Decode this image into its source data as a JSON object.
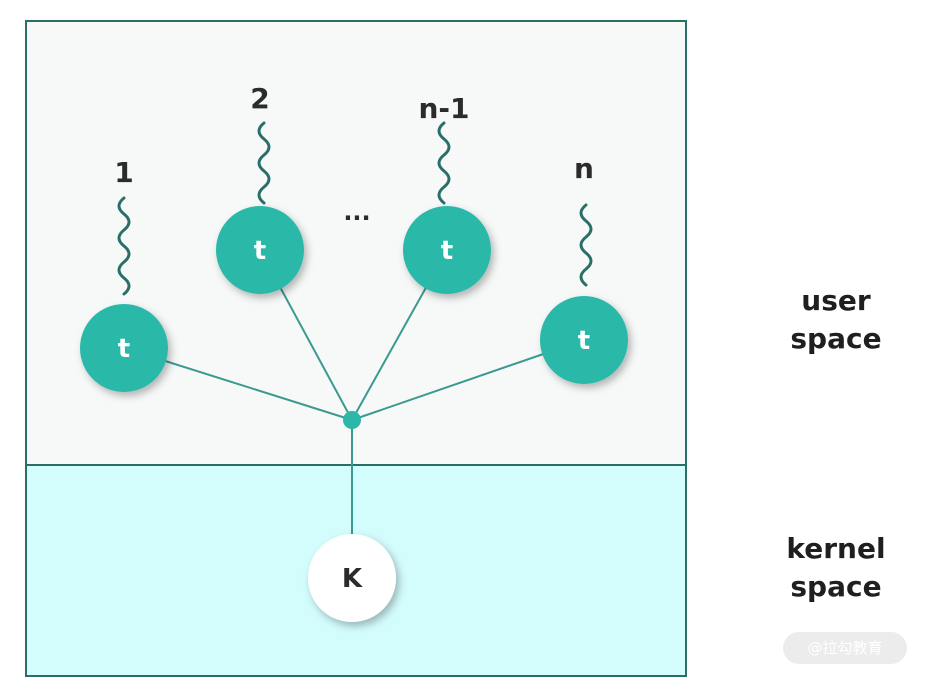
{
  "regions": {
    "user_label_line1": "user",
    "user_label_line2": "space",
    "kernel_label_line1": "kernel",
    "kernel_label_line2": "space"
  },
  "threads": [
    {
      "id": "1",
      "node_label": "t"
    },
    {
      "id": "2",
      "node_label": "t"
    },
    {
      "id": "n-1",
      "node_label": "t"
    },
    {
      "id": "n",
      "node_label": "t"
    }
  ],
  "ellipsis": "...",
  "kernel_node_label": "K",
  "watermark": "@拉勾教育",
  "colors": {
    "thread_node": "#2bb8a8",
    "connector": "#3a9a8f",
    "wave": "#2a6f67",
    "border": "#2a6f67",
    "user_bg": "#f7f9f9",
    "kernel_bg": "#d3fcfd",
    "kernel_node": "#ffffff"
  }
}
